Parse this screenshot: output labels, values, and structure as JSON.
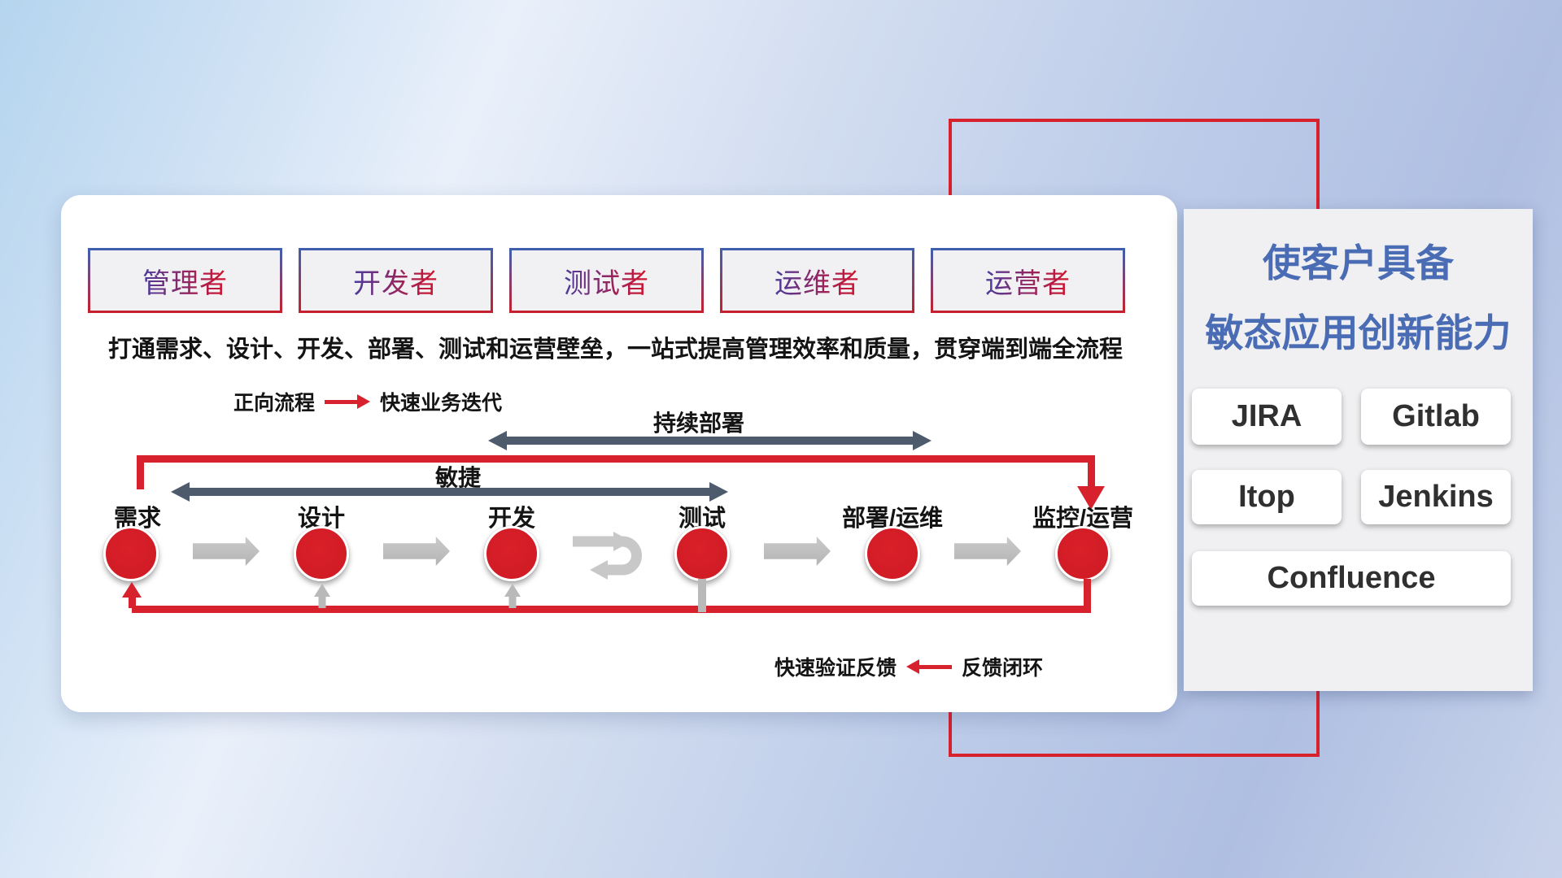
{
  "roles": [
    {
      "label": "管理者"
    },
    {
      "label": "开发者"
    },
    {
      "label": "测试者"
    },
    {
      "label": "运维者"
    },
    {
      "label": "运营者"
    }
  ],
  "headline": "打通需求、设计、开发、部署、测试和运营壁垒，一站式提高管理效率和质量，贯穿端到端全流程",
  "legend_forward": {
    "label": "正向流程",
    "desc": "快速业务迭代"
  },
  "flow_arrows": {
    "continuous_deploy": "持续部署",
    "agile": "敏捷"
  },
  "stages": [
    {
      "label": "需求"
    },
    {
      "label": "设计"
    },
    {
      "label": "开发"
    },
    {
      "label": "测试"
    },
    {
      "label": "部署/运维"
    },
    {
      "label": "监控/运营"
    }
  ],
  "legend_feedback": {
    "desc": "快速验证反馈",
    "label": "反馈闭环"
  },
  "right_panel": {
    "title_line1": "使客户具备",
    "title_line2": "敏态应用创新能力",
    "tools": [
      "JIRA",
      "Gitlab",
      "Itop",
      "Jenkins",
      "Confluence"
    ]
  },
  "colors": {
    "accent_red": "#d7212d",
    "circle_red": "#d6202a",
    "title_blue": "#4a6cb4",
    "dark_arrow": "#4d5b6c",
    "light_arrow": "#bfbfbf",
    "box_border_top": "#3f5fae",
    "box_border_bottom": "#c5202e"
  }
}
